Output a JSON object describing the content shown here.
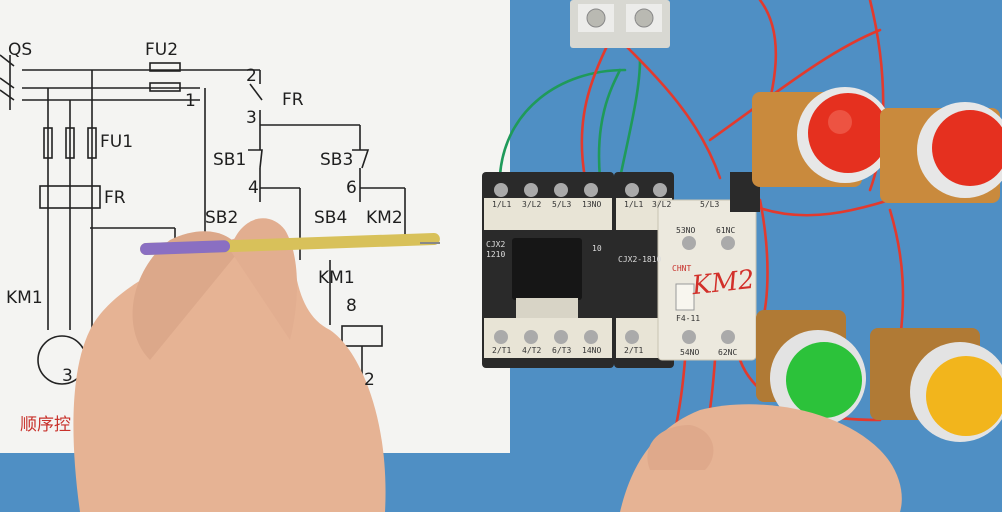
{
  "diagram": {
    "labels": {
      "qs": "QS",
      "fu2": "FU2",
      "fu1": "FU1",
      "fr_main": "FR",
      "fr_ctrl": "FR",
      "sb1": "SB1",
      "sb3": "SB3",
      "sb2": "SB2",
      "sb4": "SB4",
      "km2": "KM2",
      "km1_main": "KM1",
      "km1_ctrl": "KM1",
      "m3": "3",
      "n1": "1",
      "n2": "2",
      "n3": "3",
      "n4": "4",
      "n6": "6",
      "n8": "8",
      "n2b": "2"
    },
    "caption": "顺序控"
  },
  "contactor_left": {
    "top_terminals": [
      "1/L1",
      "3/L2",
      "5/L3",
      "13NO"
    ],
    "brand": "CJX2",
    "model": "1210",
    "rating": "10",
    "bottom_terminals": [
      "2/T1",
      "4/T2",
      "6/T3",
      "14NO"
    ]
  },
  "contactor_right": {
    "top_terminals": [
      "1/L1",
      "3/L2",
      "5/L3"
    ],
    "model": "CJX2-1810",
    "bottom_terminals": [
      "2/T1"
    ]
  },
  "aux_block": {
    "top_terminals": [
      "53NO",
      "61NC"
    ],
    "brand": "CHNT",
    "model": "F4-11",
    "bottom_terminals": [
      "54NO",
      "62NC"
    ],
    "handwritten": "KM2"
  },
  "colors": {
    "board": "#4f8fc4",
    "paper": "#f4f4f2",
    "contactor": "#2a2a2a",
    "wire_red": "#e23a2e",
    "wire_green": "#1f9a5a",
    "btn_red": "#e5301f",
    "btn_green": "#2cc23a",
    "btn_yellow": "#f2b51c"
  }
}
